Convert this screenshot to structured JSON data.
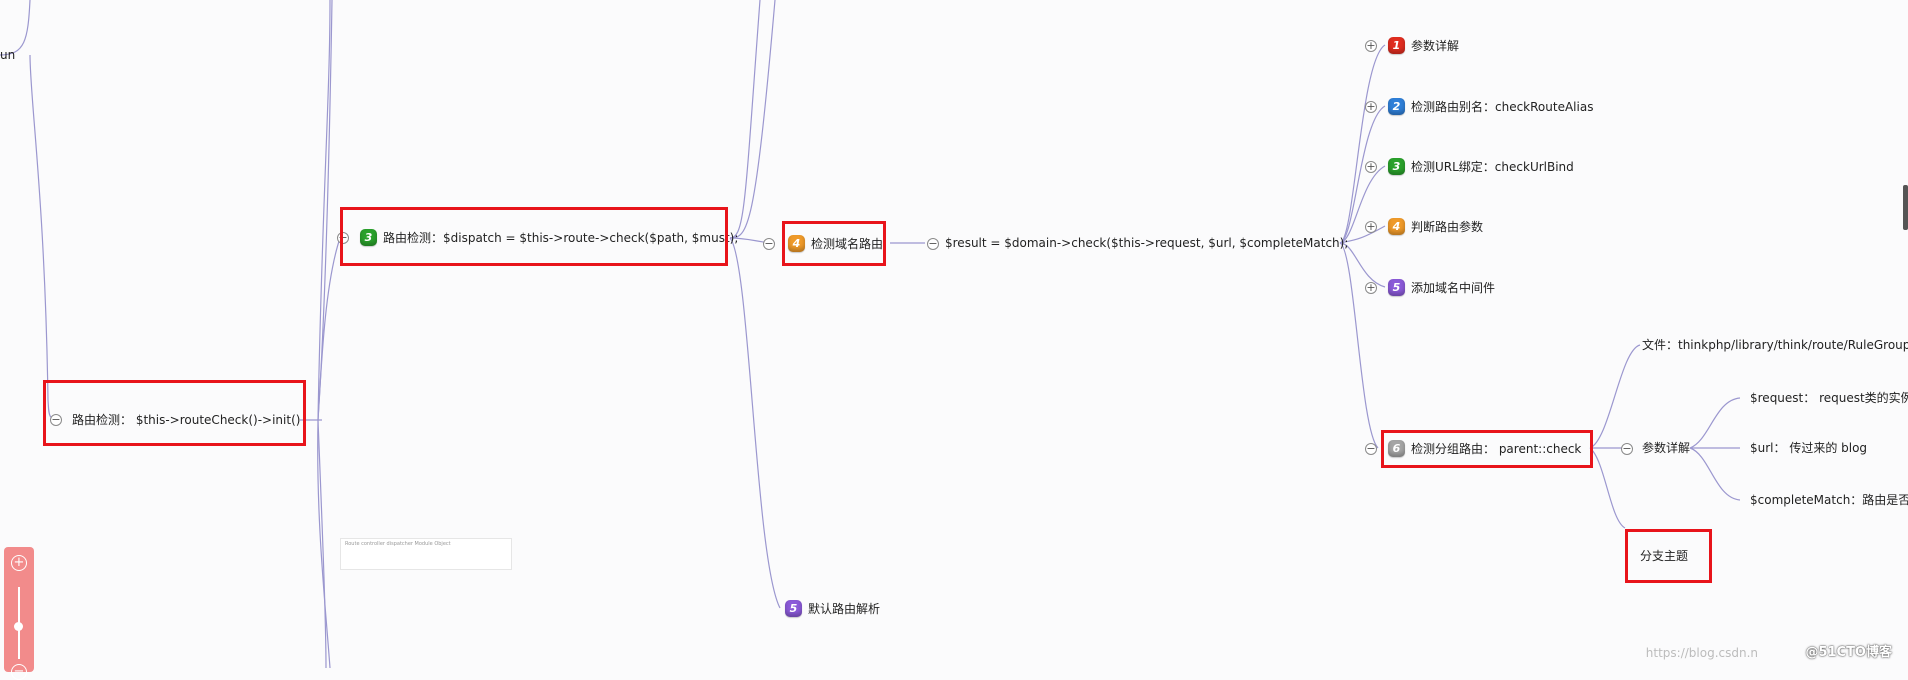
{
  "app": {
    "title": "thinkphp route mind map"
  },
  "nodes": {
    "run_stub": "un",
    "route_check": "路由检测： $this->routeCheck()->init()",
    "dispatch": {
      "badge": "3",
      "label": "路由检测：$dispatch = $this->route->check($path, $must);"
    },
    "domain_route": {
      "badge": "4",
      "label": "检测域名路由"
    },
    "result": "$result = $domain->check($this->request, $url, $completeMatch);",
    "default_route": {
      "badge": "5",
      "label": "默认路由解析"
    },
    "children": [
      {
        "badge": "1",
        "label": "参数详解",
        "color": "#e02d20"
      },
      {
        "badge": "2",
        "label": "检测路由别名：checkRouteAlias",
        "color": "#2f7fd8"
      },
      {
        "badge": "3",
        "label": "检测URL绑定：checkUrlBind",
        "color": "#2aa12c"
      },
      {
        "badge": "4",
        "label": "判断路由参数",
        "color": "#ef9a2a"
      },
      {
        "badge": "5",
        "label": "添加域名中间件",
        "color": "#8b5ad8"
      }
    ],
    "group_route": {
      "badge": "6",
      "label": "检测分组路由： parent::check"
    },
    "file_label": "文件：thinkphp/library/think/route/RuleGroup.p",
    "params_label": "参数详解",
    "params": [
      "$request： request类的实例",
      "$url： 传过来的 blog",
      "$completeMatch：路由是否完"
    ],
    "branch_topic": "分支主题"
  },
  "zoom": {
    "plus": "+",
    "minus": "−"
  },
  "thumbnail": {
    "text": "Route   controller  dispatcher  Module  Object"
  },
  "watermark": {
    "url": "https://blog.csdn.n",
    "brand": "@51CTO博客"
  },
  "colors": {
    "highlight": "#e8141b",
    "line": "#9b97cf",
    "zoom_bg": "#f28b8b"
  }
}
